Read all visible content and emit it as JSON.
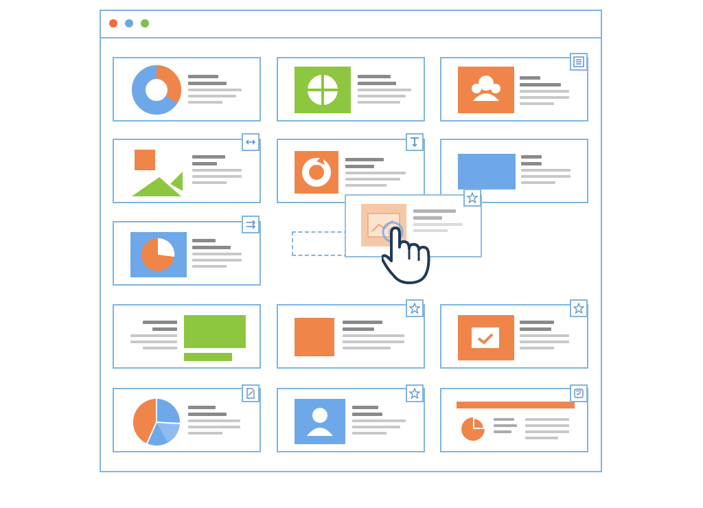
{
  "window": {
    "traffic_lights": [
      {
        "name": "close",
        "color": "#f26b3a"
      },
      {
        "name": "minimize",
        "color": "#6fa8e0"
      },
      {
        "name": "maximize",
        "color": "#7cc04a"
      }
    ]
  },
  "colors": {
    "blue": "#6fa8e8",
    "orange": "#f0854a",
    "green": "#8dc63f",
    "border": "#7fb4e0",
    "cursor": "#1f3a56"
  },
  "cards": [
    {
      "id": "r1c1",
      "thumb": "donut-chart-icon"
    },
    {
      "id": "r1c2",
      "thumb": "crosshair-grid-icon"
    },
    {
      "id": "r1c3",
      "thumb": "user-group-icon",
      "badge": "list-icon"
    },
    {
      "id": "r2c1",
      "thumb": "shapes-icon",
      "badge": "resize-horizontal-icon"
    },
    {
      "id": "r2c2",
      "thumb": "ring-chart-icon",
      "badge": "text-icon"
    },
    {
      "id": "r2c3",
      "thumb": "blue-rect-icon"
    },
    {
      "id": "r3c1",
      "thumb": "pie-chart-icon",
      "badge": "swap-icon"
    },
    {
      "id": "dragging",
      "thumb": "image-icon",
      "badge": "star-icon"
    },
    {
      "id": "r4c1",
      "thumb": "banner-icon"
    },
    {
      "id": "r4c2",
      "thumb": "orange-square-icon",
      "badge": "star-icon"
    },
    {
      "id": "r4c3",
      "thumb": "checkmark-image-icon",
      "badge": "star-icon"
    },
    {
      "id": "r5c1",
      "thumb": "pie-segments-icon",
      "badge": "document-icon"
    },
    {
      "id": "r5c2",
      "thumb": "user-avatar-icon",
      "badge": "star-icon"
    },
    {
      "id": "r5c3",
      "thumb": "mini-pie-icon",
      "badge": "archive-icon"
    }
  ],
  "cursor": {
    "icon": "hand-pointer-icon"
  }
}
